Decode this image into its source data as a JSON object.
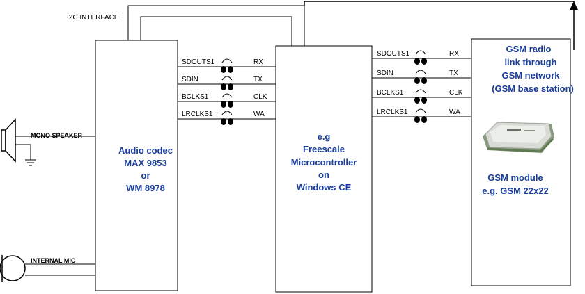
{
  "interface_label": "I2C INTERFACE",
  "codec": {
    "lines": [
      "Audio codec",
      "MAX 9853",
      "or",
      "WM 8978"
    ]
  },
  "mcu": {
    "lines": [
      "e.g",
      "Freescale",
      "Microcontroller",
      "on",
      "Windows CE"
    ]
  },
  "gsm_radio": {
    "lines": [
      "GSM radio",
      "link through",
      "GSM network",
      "(GSM base station)"
    ]
  },
  "gsm_module": {
    "lines": [
      "GSM module",
      "e.g. GSM 22x22"
    ]
  },
  "speaker_label": "MONO SPEAKER",
  "mic_label": "INTERNAL MIC",
  "bus_left": [
    {
      "signal": "SDOUTS1",
      "pin": "RX"
    },
    {
      "signal": "SDIN",
      "pin": "TX"
    },
    {
      "signal": "BCLKS1",
      "pin": "CLK"
    },
    {
      "signal": "LRCLKS1",
      "pin": "WA"
    }
  ],
  "bus_right": [
    {
      "signal": "SDOUTS1",
      "pin": "RX"
    },
    {
      "signal": "SDIN",
      "pin": "TX"
    },
    {
      "signal": "BCLKS1",
      "pin": "CLK"
    },
    {
      "signal": "LRCLKS1",
      "pin": "WA"
    }
  ]
}
